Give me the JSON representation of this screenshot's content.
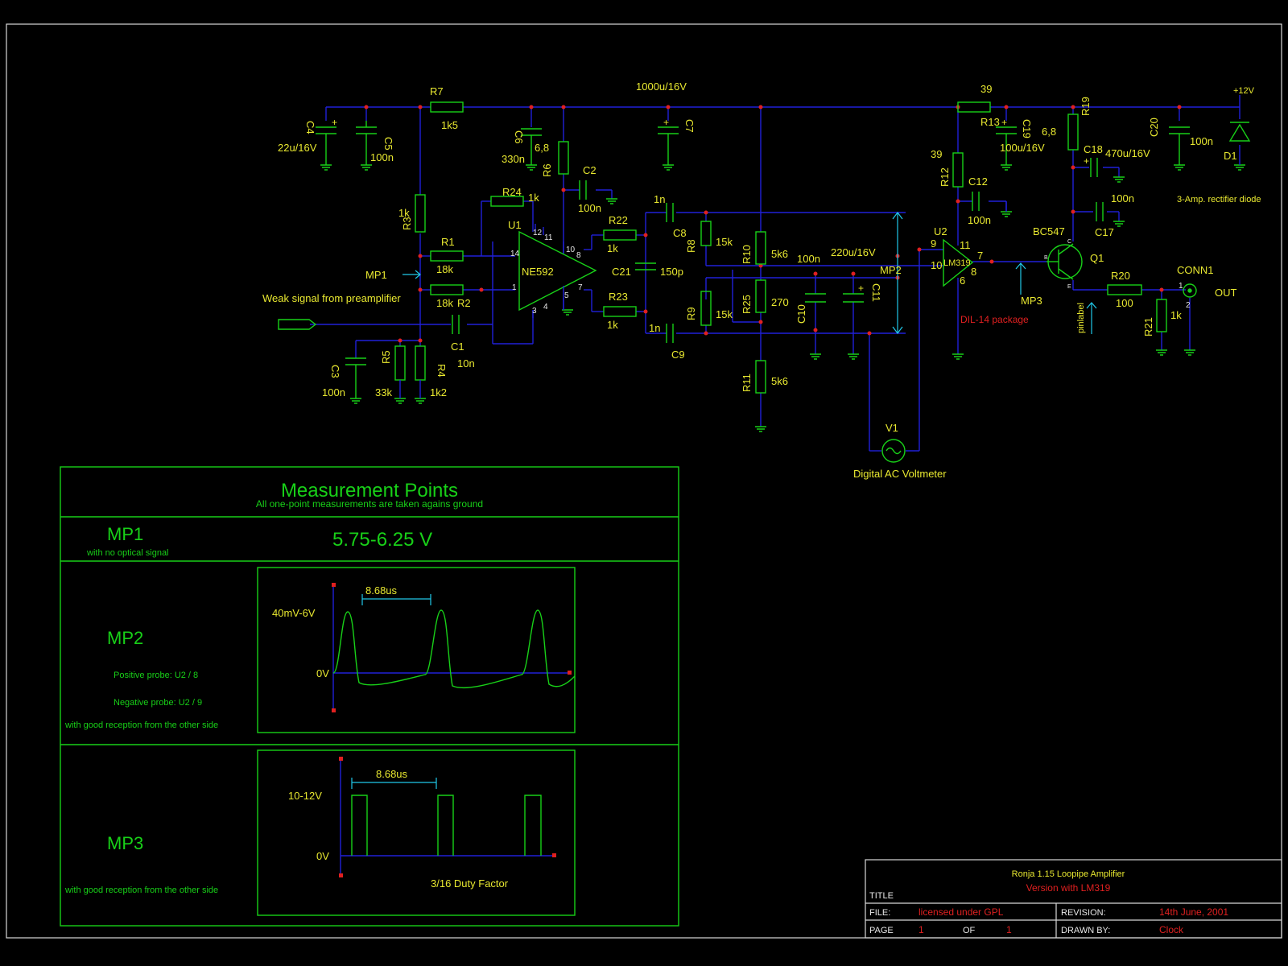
{
  "schematic": {
    "components": {
      "R7": {
        "ref": "R7",
        "value": "1k5"
      },
      "R3": {
        "ref": "R3",
        "value": "1k"
      },
      "R1": {
        "ref": "R1",
        "value": "18k"
      },
      "R2": {
        "ref": "R2",
        "value": "18k"
      },
      "R24": {
        "ref": "R24",
        "value": "1k"
      },
      "R6": {
        "ref": "R6",
        "value": "6,8"
      },
      "R22": {
        "ref": "R22",
        "value": "1k"
      },
      "R23": {
        "ref": "R23",
        "value": "1k"
      },
      "R8": {
        "ref": "R8",
        "value": "15k"
      },
      "R9": {
        "ref": "R9",
        "value": "15k"
      },
      "R10": {
        "ref": "R10",
        "value": "5k6"
      },
      "R25": {
        "ref": "R25",
        "value": "270"
      },
      "R11": {
        "ref": "R11",
        "value": "5k6"
      },
      "R5": {
        "ref": "R5",
        "value": "33k"
      },
      "R4": {
        "ref": "R4",
        "value": "1k2"
      },
      "R12": {
        "ref": "R12",
        "value": "39"
      },
      "R13": {
        "ref": "R13",
        "value": "39"
      },
      "R19": {
        "ref": "R19",
        "value": "6,8"
      },
      "R20": {
        "ref": "R20",
        "value": "100"
      },
      "R21": {
        "ref": "R21",
        "value": "1k"
      },
      "C4": {
        "ref": "C4",
        "value": "22u/16V"
      },
      "C5": {
        "ref": "C5",
        "value": "100n"
      },
      "C6": {
        "ref": "C6",
        "value": "330n"
      },
      "C2": {
        "ref": "C2",
        "value": "100n"
      },
      "C7": {
        "ref": "C7",
        "value": "1000u/16V"
      },
      "C8": {
        "ref": "C8",
        "value": "1n"
      },
      "C9": {
        "ref": "C9",
        "value": "1n"
      },
      "C21": {
        "ref": "C21",
        "value": "150p"
      },
      "C1": {
        "ref": "C1",
        "value": "10n"
      },
      "C3": {
        "ref": "C3",
        "value": "100n"
      },
      "C10": {
        "ref": "C10",
        "value": "100n"
      },
      "C11": {
        "ref": "C11",
        "value": "220u/16V"
      },
      "C12": {
        "ref": "C12",
        "value": "100n"
      },
      "C19": {
        "ref": "C19",
        "value": "100u/16V"
      },
      "C18": {
        "ref": "C18",
        "value": "470u/16V"
      },
      "C17": {
        "ref": "C17",
        "value": "100n"
      },
      "C20": {
        "ref": "C20",
        "value": "100n"
      },
      "U1": {
        "ref": "U1",
        "value": "NE592"
      },
      "U2": {
        "ref": "U2",
        "value": "LM319"
      },
      "Q1": {
        "ref": "Q1",
        "value": "BC547"
      },
      "D1": {
        "ref": "D1",
        "value": "3-Amp. rectifier diode"
      },
      "V1": {
        "ref": "V1",
        "value": "Digital AC Voltmeter"
      },
      "CONN1": {
        "ref": "CONN1",
        "value": "OUT"
      }
    },
    "labels": {
      "mp1": "MP1",
      "mp2": "MP2",
      "mp3": "MP3",
      "input": "Weak signal from preamplifier",
      "supply": "+12V",
      "package": "DIL-14 package",
      "pinlabel": "pinlabel"
    },
    "pins": {
      "u1_14": "14",
      "u1_1": "1",
      "u1_12": "12",
      "u1_11": "11",
      "u1_10": "10",
      "u1_8": "8",
      "u1_7": "7",
      "u1_3": "3",
      "u1_4": "4",
      "u1_5": "5",
      "u2_9": "9",
      "u2_10": "10",
      "u2_11": "11",
      "u2_7": "7",
      "u2_6": "6",
      "u2_8": "8",
      "conn_1": "1",
      "conn_2": "2",
      "q_b": "B",
      "q_c": "C",
      "q_e": "E"
    }
  },
  "measurement_table": {
    "title": "Measurement Points",
    "subtitle": "All one-point measurements are taken agains ground",
    "mp1": {
      "name": "MP1",
      "condition": "with no optical signal",
      "value": "5.75-6.25 V"
    },
    "mp2": {
      "name": "MP2",
      "probe_pos": "Positive probe: U2 / 8",
      "probe_neg": "Negative probe: U2 / 9",
      "condition": "with good reception from the other side",
      "period": "8.68us",
      "amplitude": "40mV-6V",
      "zero": "0V"
    },
    "mp3": {
      "name": "MP3",
      "condition": "with good reception from the other side",
      "period": "8.68us",
      "amplitude": "10-12V",
      "zero": "0V",
      "duty": "3/16 Duty Factor"
    }
  },
  "title_block": {
    "title_label": "TITLE",
    "title_line1": "Ronja 1.15 Loopipe Amplifier",
    "title_line2": "Version with LM319",
    "file_label": "FILE:",
    "file_value": "licensed under GPL",
    "revision_label": "REVISION:",
    "revision_value": "14th June, 2001",
    "page_label": "PAGE",
    "page_value": "1",
    "of_label": "OF",
    "of_value": "1",
    "drawn_label": "DRAWN BY:",
    "drawn_value": "Clock"
  },
  "colors": {
    "background": "#000000",
    "wire": "#2020d8",
    "component": "#18d018",
    "text": "#e8e830",
    "junction": "#e02020",
    "probe": "#20c8e8",
    "frame": "#d8d8d8"
  }
}
